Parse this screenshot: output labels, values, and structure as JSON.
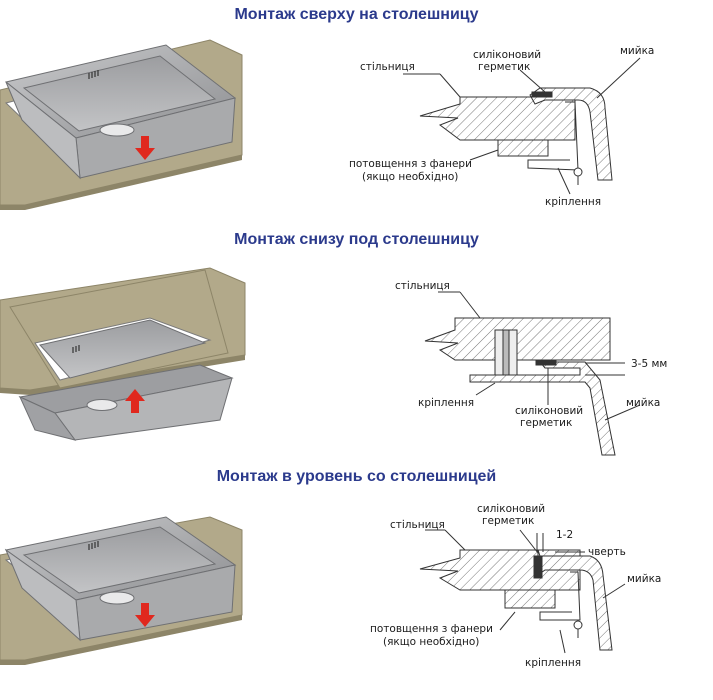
{
  "sections": [
    {
      "title": "Монтаж сверху на столешницу",
      "labels": {
        "countertop": "стільниця",
        "sealant_1": "силіконовий",
        "sealant_2": "герметик",
        "sink": "мийка",
        "plywood_1": "потовщення з фанери",
        "plywood_2": "(якщо необхідно)",
        "fastening": "кріплення"
      }
    },
    {
      "title": "Монтаж снизу под столешницу",
      "labels": {
        "countertop": "стільниця",
        "gap": "3-5 мм",
        "fastening": "кріплення",
        "sealant_1": "силіконовий",
        "sealant_2": "герметик",
        "sink": "мийка"
      }
    },
    {
      "title": "Монтаж в уровень со столешницей",
      "labels": {
        "sealant_1": "силіконовий",
        "sealant_2": "герметик",
        "countertop": "стільниця",
        "gap": "1-2",
        "quarter": "чверть",
        "sink": "мийка",
        "plywood_1": "потовщення з фанери",
        "plywood_2": "(якщо необхідно)",
        "fastening": "кріплення"
      }
    }
  ],
  "colors": {
    "title": "#2b3a8c",
    "countertop": "#b2a98a",
    "steel": "#a9aaac",
    "arrow": "#e0281e"
  }
}
